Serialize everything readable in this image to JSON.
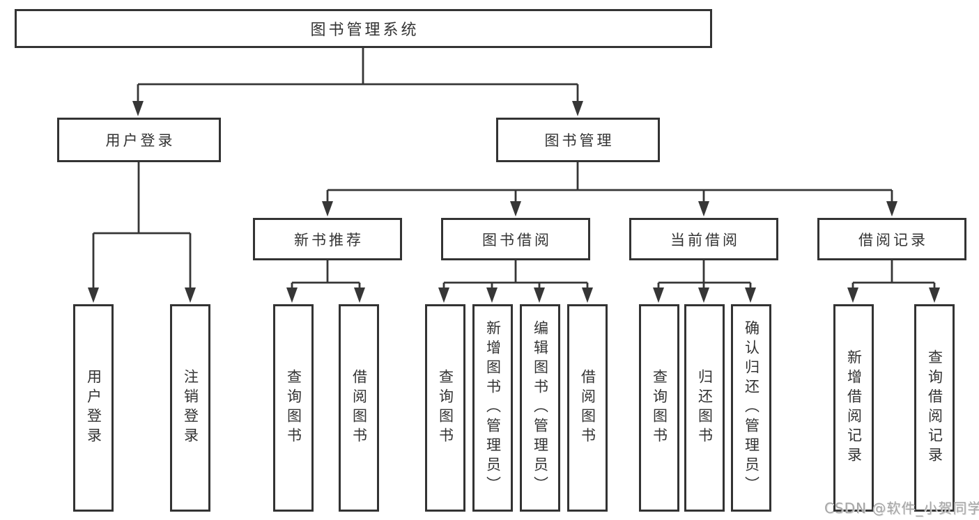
{
  "diagram": {
    "root": {
      "label": "图书管理系统"
    },
    "level2": [
      {
        "label": "用户登录"
      },
      {
        "label": "图书管理"
      }
    ],
    "level3": [
      {
        "label": "新书推荐"
      },
      {
        "label": "图书借阅"
      },
      {
        "label": "当前借阅"
      },
      {
        "label": "借阅记录"
      }
    ],
    "leaves": [
      {
        "parent": "用户登录",
        "label": "用户登录"
      },
      {
        "parent": "用户登录",
        "label": "注销登录"
      },
      {
        "parent": "新书推荐",
        "label": "查询图书"
      },
      {
        "parent": "新书推荐",
        "label": "借阅图书"
      },
      {
        "parent": "图书借阅",
        "label": "查询图书"
      },
      {
        "parent": "图书借阅",
        "label": "新增图书（管理员）"
      },
      {
        "parent": "图书借阅",
        "label": "编辑图书（管理员）"
      },
      {
        "parent": "图书借阅",
        "label": "借阅图书"
      },
      {
        "parent": "当前借阅",
        "label": "查询图书"
      },
      {
        "parent": "当前借阅",
        "label": "归还图书"
      },
      {
        "parent": "当前借阅",
        "label": "确认归还（管理员）"
      },
      {
        "parent": "借阅记录",
        "label": "新增借阅记录"
      },
      {
        "parent": "借阅记录",
        "label": "查询借阅记录"
      }
    ],
    "watermark": "CSDN @软件_小贺同学",
    "colors": {
      "line": "#363636",
      "border": "#333333",
      "text": "#333333",
      "watermark_text": "#a6a6a6",
      "background": "#ffffff"
    }
  }
}
